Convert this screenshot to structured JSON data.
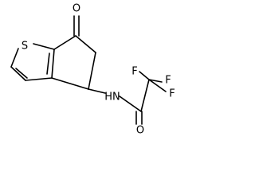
{
  "molecule": {
    "atoms": {
      "sulfur": "S",
      "ketone_oxygen": "O",
      "amide_nitrogen": "HN",
      "amide_oxygen": "O",
      "fluorine_1": "F",
      "fluorine_2": "F",
      "fluorine_3": "F"
    }
  }
}
